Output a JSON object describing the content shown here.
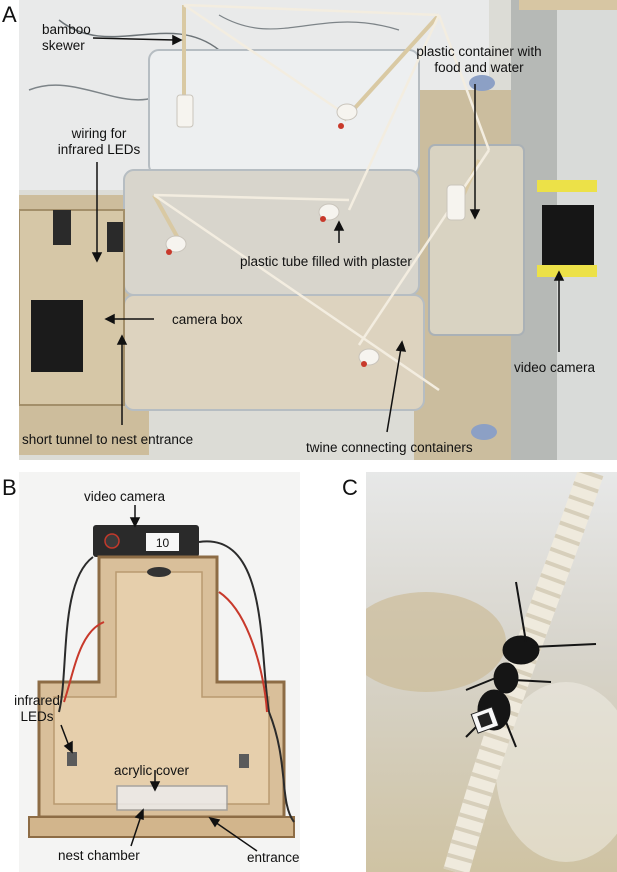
{
  "panels": [
    {
      "letter": "A",
      "annotations": {
        "bamboo": [
          "bamboo",
          "skewer"
        ],
        "plastic_container": [
          "plastic container with",
          "food and water"
        ],
        "wiring": [
          "wiring for",
          "infrared LEDs"
        ],
        "plastic_tube": "plastic tube filled with plaster",
        "camera_box": "camera box",
        "video_camera": "video camera",
        "short_tunnel": "short tunnel to nest entrance",
        "twine": "twine connecting containers"
      }
    },
    {
      "letter": "B",
      "annotations": {
        "video_camera": "video camera",
        "camera_tag": "10",
        "infrared": [
          "infrared",
          "LEDs"
        ],
        "acrylic_cover": "acrylic cover",
        "nest_chamber": "nest chamber",
        "entrance": "entrance"
      }
    },
    {
      "letter": "C"
    }
  ]
}
